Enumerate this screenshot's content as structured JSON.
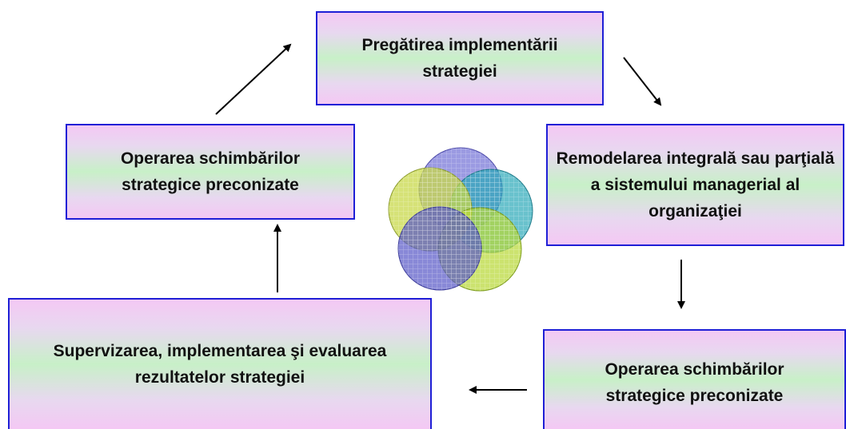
{
  "boxes": {
    "pregatire": "Pregătirea implementării strategiei",
    "remodelare": "Remodelarea integrală sau parţială a sistemului managerial al organizaţiei",
    "operarea_right": "Operarea schimbărilor strategice preconizate",
    "supervizare": "Supervizarea, implementarea şi evaluarea rezultatelor strategiei",
    "operarea_left": "Operarea schimbărilor strategice preconizate"
  },
  "colors": {
    "border": "#1f1fd6",
    "gradient_pink": "#f4c8f4",
    "gradient_green": "#c8f0c8",
    "arrow": "#000000"
  },
  "logo": {
    "icon": "overlapping-circles-icon",
    "circle_colors": [
      "#7a78d8",
      "#2aa8b8",
      "#c8d84a",
      "#a8d040",
      "#5a5ac8",
      "#b8d838"
    ]
  }
}
